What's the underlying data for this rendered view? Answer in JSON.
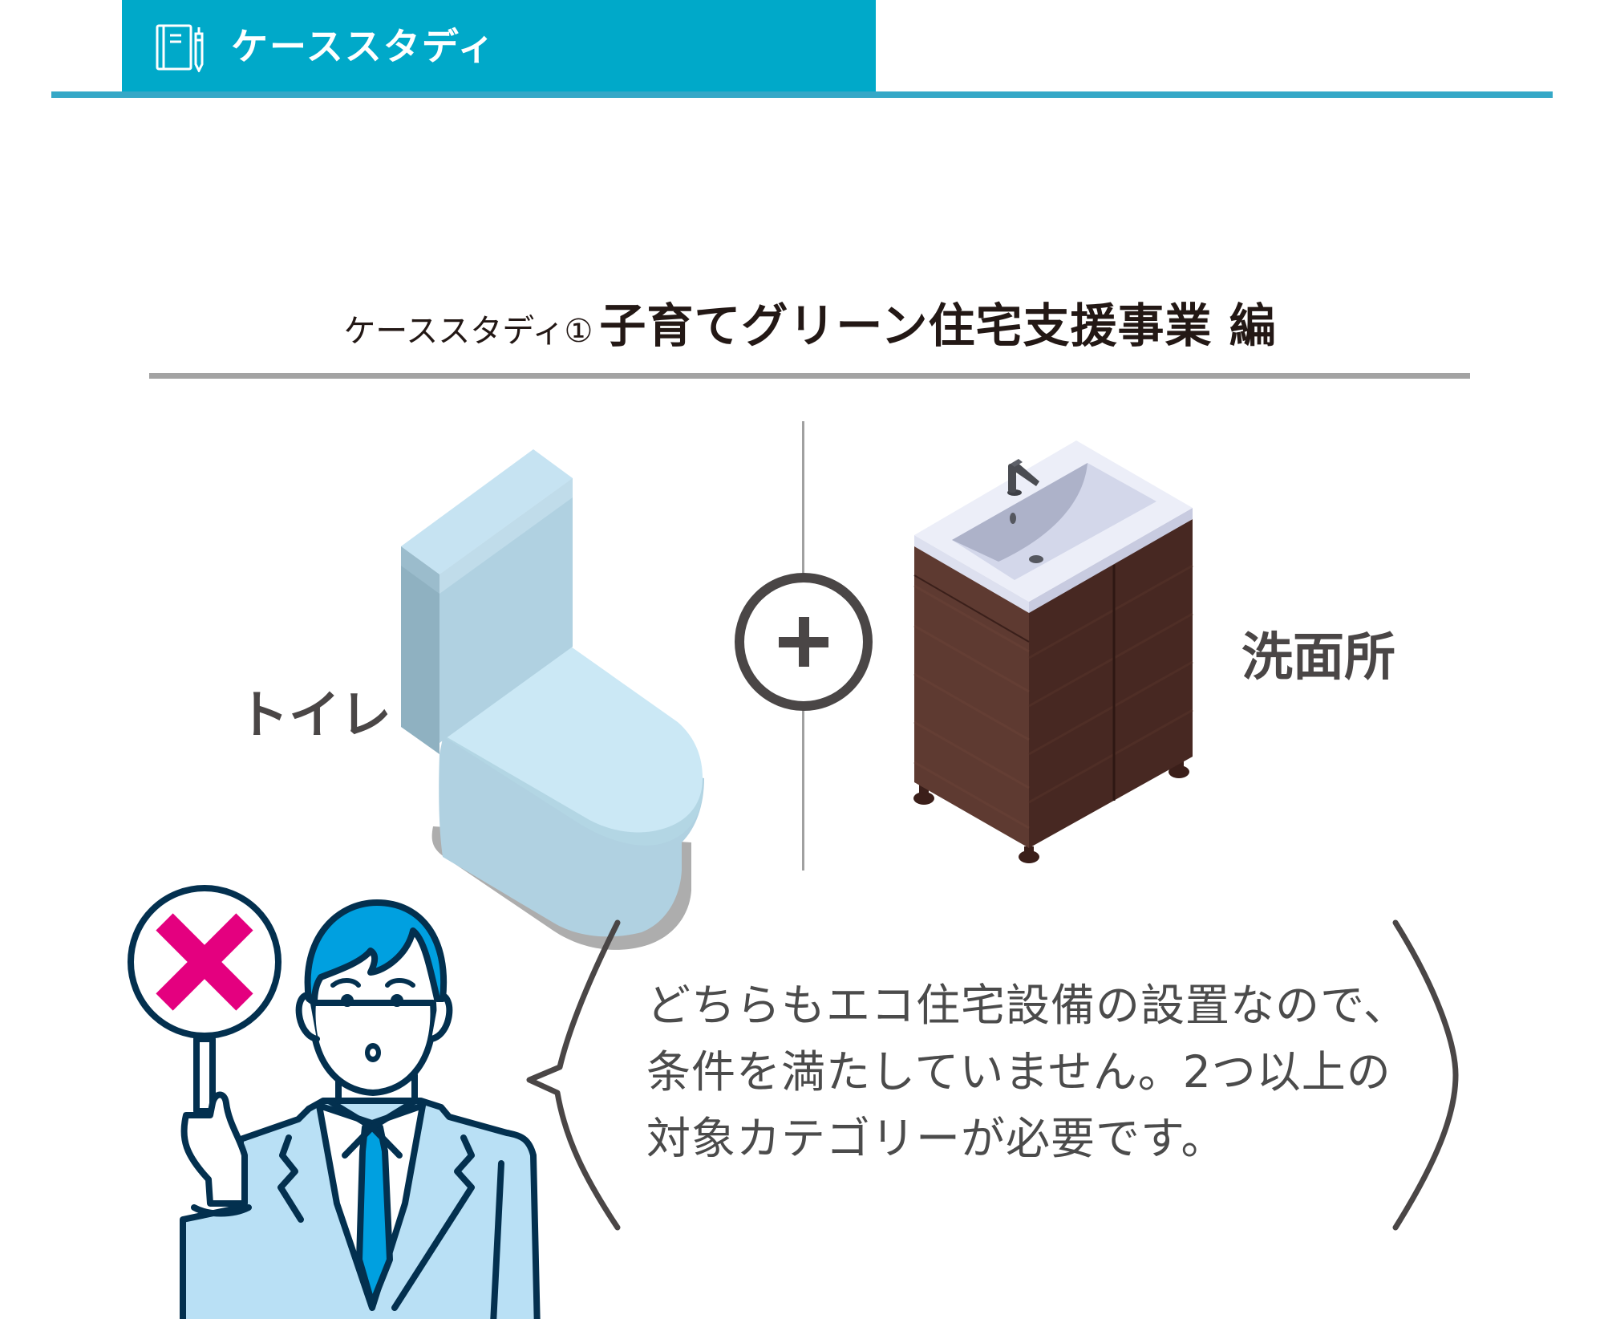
{
  "header": {
    "icon": "notebook-pencil-icon",
    "title": "ケーススタディ",
    "accent_color": "#00a9c9",
    "rule_color": "#35a8c7"
  },
  "section": {
    "prefix": "ケーススタディ①",
    "title": "子育てグリーン住宅支援事業 編",
    "rule_color": "#a3a3a3"
  },
  "comparison": {
    "left": {
      "label": "トイレ",
      "illustration": "toilet-illustration"
    },
    "operator": {
      "icon": "plus-circle-icon"
    },
    "right": {
      "label": "洗面所",
      "illustration": "vanity-sink-illustration"
    }
  },
  "verdict": {
    "sign_icon": "x-mark-sign-icon",
    "sign_color": "#e4007f",
    "character": "businessman-illustration",
    "message_lines": [
      "どちらもエコ住宅設備の設置なので、",
      "条件を満たしていません。2つ以上の",
      "対象カテゴリーが必要です。"
    ]
  }
}
